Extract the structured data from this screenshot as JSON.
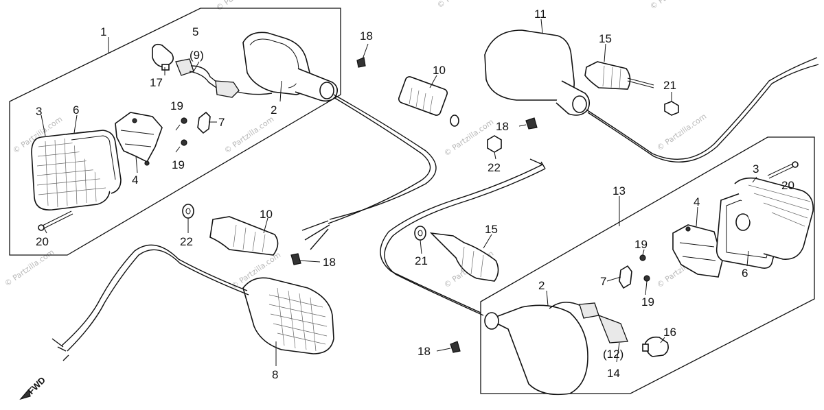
{
  "watermark": "© Partzilla.com",
  "fwd_label": "FWD",
  "callouts": [
    {
      "id": "c1",
      "text": "1"
    },
    {
      "id": "c2a",
      "text": "2"
    },
    {
      "id": "c2b",
      "text": "2"
    },
    {
      "id": "c3a",
      "text": "3"
    },
    {
      "id": "c3b",
      "text": "3"
    },
    {
      "id": "c4a",
      "text": "4"
    },
    {
      "id": "c4b",
      "text": "4"
    },
    {
      "id": "c5",
      "text": "5"
    },
    {
      "id": "c9",
      "text": "(9)"
    },
    {
      "id": "c6a",
      "text": "6"
    },
    {
      "id": "c6b",
      "text": "6"
    },
    {
      "id": "c7a",
      "text": "7"
    },
    {
      "id": "c7b",
      "text": "7"
    },
    {
      "id": "c8",
      "text": "8"
    },
    {
      "id": "c10a",
      "text": "10"
    },
    {
      "id": "c10b",
      "text": "10"
    },
    {
      "id": "c11",
      "text": "11"
    },
    {
      "id": "c12",
      "text": "(12)"
    },
    {
      "id": "c13",
      "text": "13"
    },
    {
      "id": "c14",
      "text": "14"
    },
    {
      "id": "c15a",
      "text": "15"
    },
    {
      "id": "c15b",
      "text": "15"
    },
    {
      "id": "c16",
      "text": "16"
    },
    {
      "id": "c17",
      "text": "17"
    },
    {
      "id": "c18a",
      "text": "18"
    },
    {
      "id": "c18b",
      "text": "18"
    },
    {
      "id": "c18c",
      "text": "18"
    },
    {
      "id": "c18d",
      "text": "18"
    },
    {
      "id": "c19a",
      "text": "19"
    },
    {
      "id": "c19b",
      "text": "19"
    },
    {
      "id": "c19c",
      "text": "19"
    },
    {
      "id": "c19d",
      "text": "19"
    },
    {
      "id": "c20a",
      "text": "20"
    },
    {
      "id": "c20b",
      "text": "20"
    },
    {
      "id": "c21a",
      "text": "21"
    },
    {
      "id": "c21b",
      "text": "21"
    },
    {
      "id": "c22a",
      "text": "22"
    },
    {
      "id": "c22b",
      "text": "22"
    }
  ]
}
